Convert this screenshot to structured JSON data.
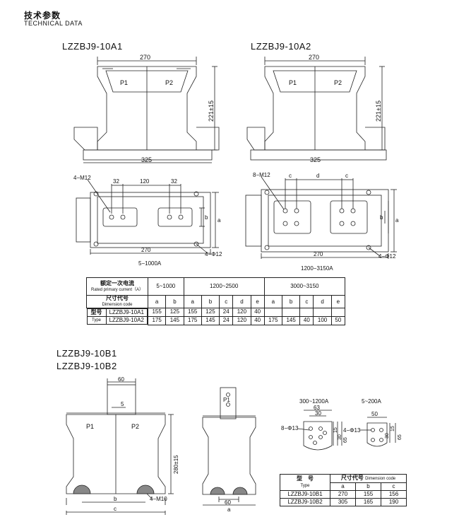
{
  "header": {
    "title_cn": "技术参数",
    "title_en": "TECHNICAL DATA"
  },
  "models": {
    "a1": "LZZBJ9-10A1",
    "a2": "LZZBJ9-10A2",
    "b1": "LZZBJ9-10B1",
    "b2": "LZZBJ9-10B2"
  },
  "drawing_a1": {
    "top_width": "270",
    "height": "221±15",
    "base_width": "325",
    "p1": "P1",
    "p2": "P2",
    "bolt": "4−M12",
    "dim32a": "32",
    "dim120": "120",
    "dim32b": "32",
    "b": "b",
    "a": "a",
    "bottom_width": "270",
    "holes": "4−Φ12",
    "caption": "5−1000A"
  },
  "drawing_a2": {
    "top_width": "270",
    "height": "221±15",
    "base_width": "325",
    "p1": "P1",
    "p2": "P2",
    "bolt": "8−M12",
    "c1": "c",
    "d": "d",
    "c2": "c",
    "b": "b",
    "a": "a",
    "bottom_width": "270",
    "holes": "4−Φ12",
    "caption": "1200−3150A"
  },
  "table_a": {
    "row1_label_cn": "额定一次电流",
    "row1_label_en": "Rated primary current（A）",
    "ranges": [
      "5~1000",
      "1200~2500",
      "3000~3150"
    ],
    "row2_label_cn": "尺寸代号",
    "row2_label_en": "Dimension code",
    "codes": [
      "a",
      "b",
      "a",
      "b",
      "c",
      "d",
      "e",
      "a",
      "b",
      "c",
      "d",
      "e"
    ],
    "type_label_cn": "型号",
    "type_label_en": "Type",
    "rows": [
      {
        "type": "LZZBJ9-10A1",
        "values": [
          "155",
          "125",
          "155",
          "125",
          "24",
          "120",
          "40",
          "",
          "",
          "",
          "",
          ""
        ]
      },
      {
        "type": "LZZBJ9-10A2",
        "values": [
          "175",
          "145",
          "175",
          "145",
          "24",
          "120",
          "40",
          "175",
          "145",
          "40",
          "100",
          "50"
        ]
      }
    ]
  },
  "drawing_b": {
    "dim60": "60",
    "dim5": "5",
    "p1": "P1",
    "p2": "P2",
    "height": "280±15",
    "bolt": "4−M10",
    "b": "b",
    "c": "c",
    "side_p1": "P1",
    "side_dim60": "60",
    "side_a": "a"
  },
  "terminal_b1": {
    "caption": "300~1200A",
    "dim63": "63",
    "dim30": "30",
    "holes": "8−Φ13",
    "dim15": "15",
    "dim30v": "30",
    "dim65": "65"
  },
  "terminal_b2": {
    "caption": "5~200A",
    "dim50": "50",
    "holes": "4−Φ13",
    "dim30v": "30",
    "dim15": "15",
    "dim65": "65"
  },
  "table_b": {
    "type_cn": "型　号",
    "type_en": "Type",
    "code_cn": "尺寸代号",
    "code_en": "Dimension code",
    "cols": [
      "a",
      "b",
      "c"
    ],
    "rows": [
      {
        "type": "LZZBJ9-10B1",
        "values": [
          "270",
          "155",
          "156"
        ]
      },
      {
        "type": "LZZBJ9-10B2",
        "values": [
          "305",
          "165",
          "190"
        ]
      }
    ]
  }
}
